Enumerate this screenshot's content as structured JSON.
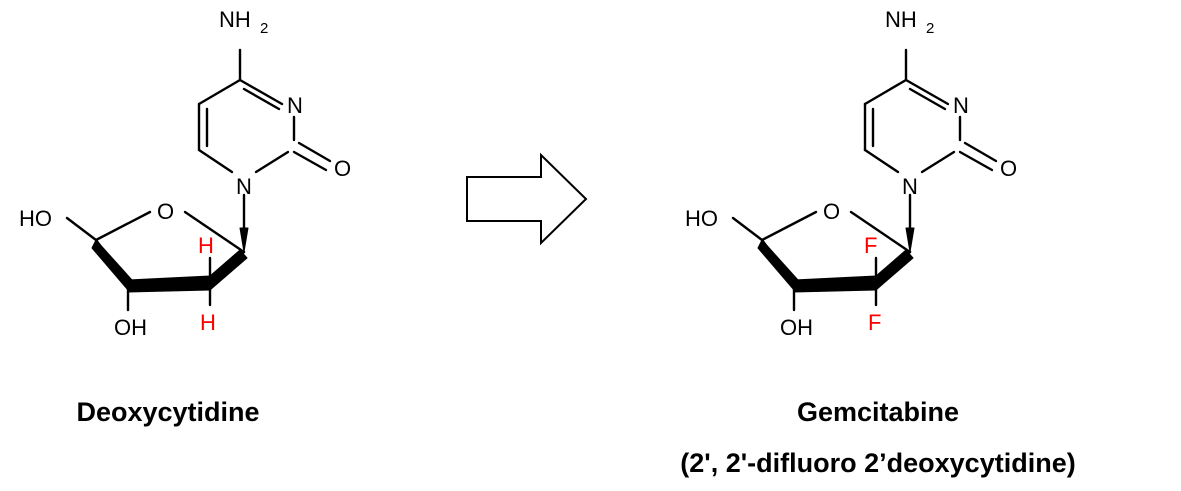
{
  "colors": {
    "highlight": "#ff0000",
    "ink": "#000000",
    "background": "#ffffff"
  },
  "left_molecule": {
    "amine": "NH",
    "amine_subscript": "2",
    "ring_n_upper": "N",
    "ring_n_lower": "N",
    "carbonyl_o": "O",
    "sugar_o": "O",
    "hydroxymethyl": "HO",
    "hydroxyl": "OH",
    "sub_upper": "H",
    "sub_lower": "H",
    "name": "Deoxycytidine"
  },
  "arrow": {
    "icon": "block-arrow-right-icon"
  },
  "right_molecule": {
    "amine": "NH",
    "amine_subscript": "2",
    "ring_n_upper": "N",
    "ring_n_lower": "N",
    "carbonyl_o": "O",
    "sugar_o": "O",
    "hydroxymethyl": "HO",
    "hydroxyl": "OH",
    "sub_upper": "F",
    "sub_lower": "F",
    "name": "Gemcitabine",
    "subtitle": "(2', 2'-difluoro 2’deoxycytidine)"
  }
}
